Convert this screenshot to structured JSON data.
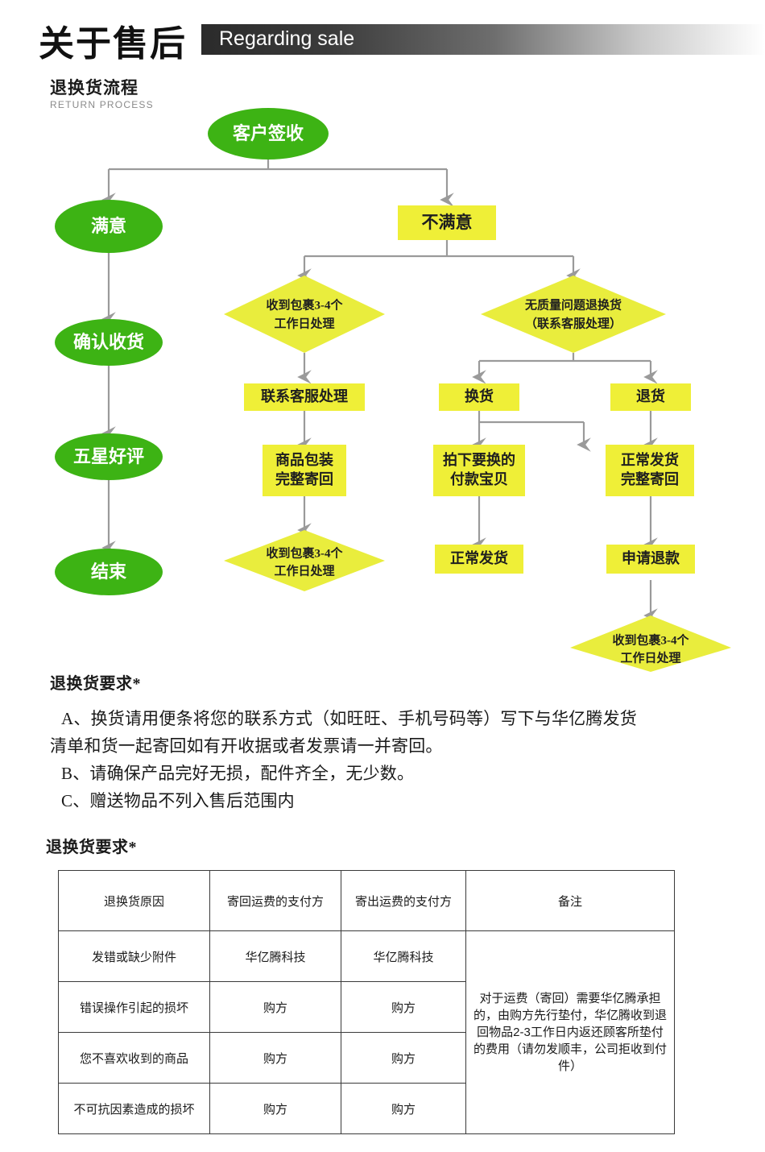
{
  "header": {
    "title_cn": "关于售后",
    "title_en": "Regarding sale"
  },
  "section": {
    "label_cn": "退换货流程",
    "label_en": "RETURN PROCESS"
  },
  "flowchart": {
    "nodes": {
      "start": "客户签收",
      "satisfied": "满意",
      "unsatisfied": "不满意",
      "confirm_receipt": "确认收货",
      "five_star": "五星好评",
      "end": "结束",
      "diamond_left_l1": "收到包裹3-4个",
      "diamond_left_l2": "工作日处理",
      "diamond_right_l1": "无质量问题退换货",
      "diamond_right_l2": "（联系客服处理）",
      "contact_service": "联系客服处理",
      "exchange": "换货",
      "refund": "退货",
      "pack_return_l1": "商品包装",
      "pack_return_l2": "完整寄回",
      "pay_new_l1": "拍下要换的",
      "pay_new_l2": "付款宝贝",
      "normal_ship_return_l1": "正常发货",
      "normal_ship_return_l2": "完整寄回",
      "diamond_bottom_left_l1": "收到包裹3-4个",
      "diamond_bottom_left_l2": "工作日处理",
      "normal_ship": "正常发货",
      "apply_refund": "申请退款",
      "diamond_bottom_right_l1": "收到包裹3-4个",
      "diamond_bottom_right_l2": "工作日处理"
    },
    "colors": {
      "green": "#3DB314",
      "yellow": "#EFEF37",
      "yellow_diamond": "#E9ED3D",
      "connector": "#9a9a9a"
    }
  },
  "requirements": {
    "heading": "退换货要求*",
    "items": [
      "A、换货请用便条将您的联系方式（如旺旺、手机号码等）写下与华亿腾发货",
      "清单和货一起寄回如有开收据或者发票请一并寄回。",
      "B、请确保产品完好无损，配件齐全，无少数。",
      "C、赠送物品不列入售后范围内"
    ]
  },
  "fee_table": {
    "heading": "退换货要求*",
    "columns": [
      "退换货原因",
      "寄回运费的支付方",
      "寄出运费的支付方",
      "备注"
    ],
    "rows": [
      {
        "reason": "发错或缺少附件",
        "back": "华亿腾科技",
        "out": "华亿腾科技"
      },
      {
        "reason": "错误操作引起的损坏",
        "back": "购方",
        "out": "购方"
      },
      {
        "reason": "您不喜欢收到的商品",
        "back": "购方",
        "out": "购方"
      },
      {
        "reason": "不可抗因素造成的损坏",
        "back": "购方",
        "out": "购方"
      }
    ],
    "remark": "对于运费（寄回）需要华亿腾承担的，由购方先行垫付，华亿腾收到退回物品2-3工作日内返还顾客所垫付的费用（请勿发顺丰，公司拒收到付件）"
  }
}
